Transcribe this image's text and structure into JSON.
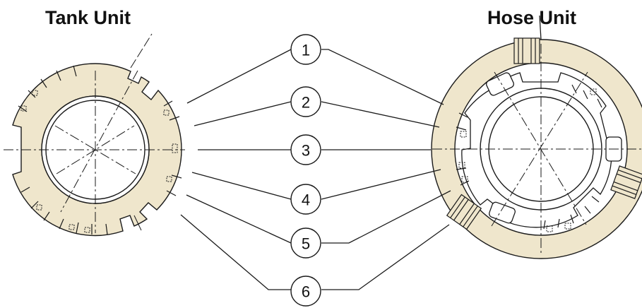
{
  "titles": {
    "left": "Tank Unit",
    "right": "Hose Unit"
  },
  "callouts": [
    "1",
    "2",
    "3",
    "4",
    "5",
    "6"
  ],
  "colors": {
    "ring_fill": "#efe6cc",
    "stroke": "#1a1a1a",
    "background": "#ffffff"
  }
}
